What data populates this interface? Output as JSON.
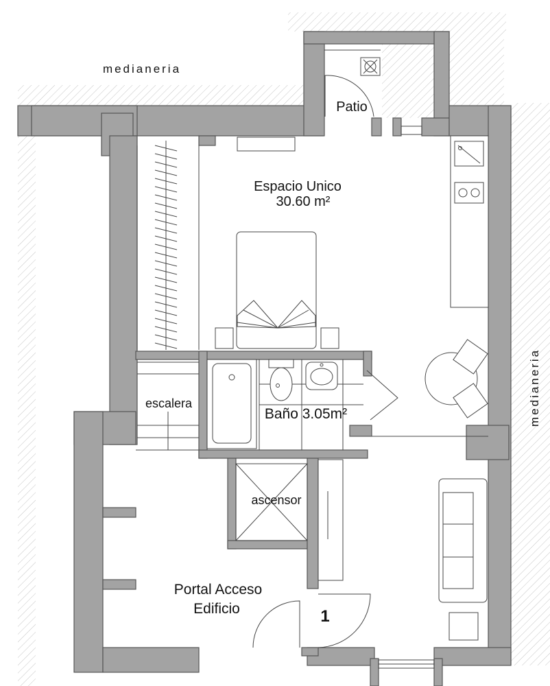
{
  "labels": {
    "medianeria_top": "medianeria",
    "medianeria_right": "medianeria",
    "patio": "Patio",
    "espacio_unico": "Espacio Unico",
    "espacio_unico_area": "30.60 m²",
    "escalera": "escalera",
    "bano": "Baño 3.05m²",
    "ascensor": "ascensor",
    "portal_line1": "Portal  Acceso",
    "portal_line2": "Edificio",
    "entrance_number": "1"
  },
  "colors": {
    "wall_fill": "#a3a3a3",
    "line": "#444444",
    "background": "#ffffff"
  }
}
